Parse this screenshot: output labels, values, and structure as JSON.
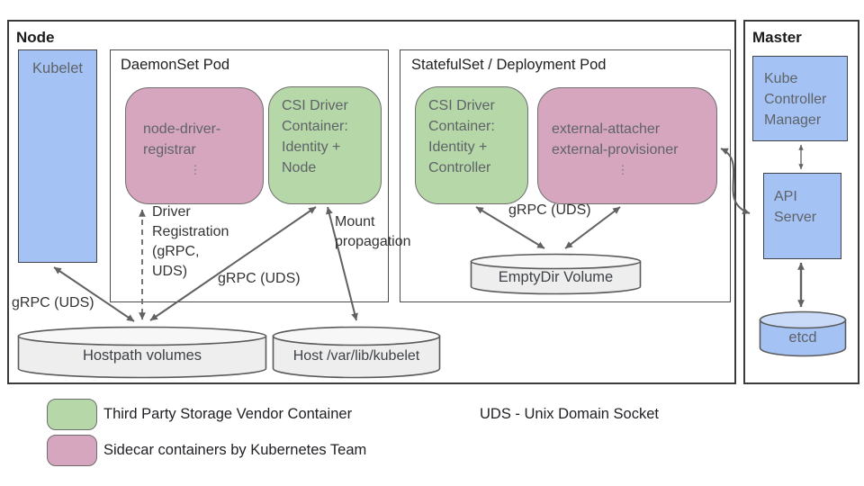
{
  "node": {
    "title": "Node",
    "kubelet_label": "Kubelet",
    "daemonset_pod": {
      "title": "DaemonSet Pod",
      "registrar_lines": [
        "node-driver-",
        "registrar"
      ],
      "registrar_ellipsis": "⋮",
      "csi_lines": [
        "CSI Driver",
        "Container:",
        "",
        "Identity +",
        "Node"
      ]
    },
    "statefulset_pod": {
      "title": "StatefulSet / Deployment Pod",
      "csi_lines": [
        "CSI Driver",
        "Container:",
        "",
        "Identity +",
        "Controller"
      ],
      "sidecar_lines": [
        "external-attacher",
        "external-provisioner"
      ],
      "sidecar_ellipsis": "⋮",
      "grpc_label": "gRPC (UDS)",
      "emptydir_label": "EmptyDir Volume"
    },
    "hostpath_label": "Hostpath volumes",
    "host_dir_label": "Host /var/lib/kubelet",
    "labels": {
      "grpc_left": "gRPC (UDS)",
      "grpc_center": "gRPC (UDS)",
      "driver_registration": [
        "Driver",
        "Registration",
        "(gRPC,",
        "UDS)"
      ],
      "mount_propagation": [
        "Mount",
        "propagation"
      ]
    }
  },
  "master": {
    "title": "Master",
    "kcm_lines": [
      "Kube",
      "Controller",
      "Manager"
    ],
    "api_lines": [
      "API",
      "Server"
    ],
    "etcd_label": "etcd"
  },
  "legend": {
    "green": "Third Party Storage Vendor Container",
    "pink": "Sidecar containers by Kubernetes Team",
    "uds_note": "UDS - Unix Domain Socket"
  },
  "colors": {
    "blue": "#a4c2f4",
    "green": "#b6d7a8",
    "pink": "#d5a6bd",
    "arrow": "#616161",
    "cyl_gray_body": "#eeeeee",
    "cyl_gray_top": "#f7f7f7",
    "cyl_blue_body": "#a4c2f4",
    "cyl_blue_top": "#c9daf8",
    "cyl_stroke": "#5a5a5a"
  }
}
